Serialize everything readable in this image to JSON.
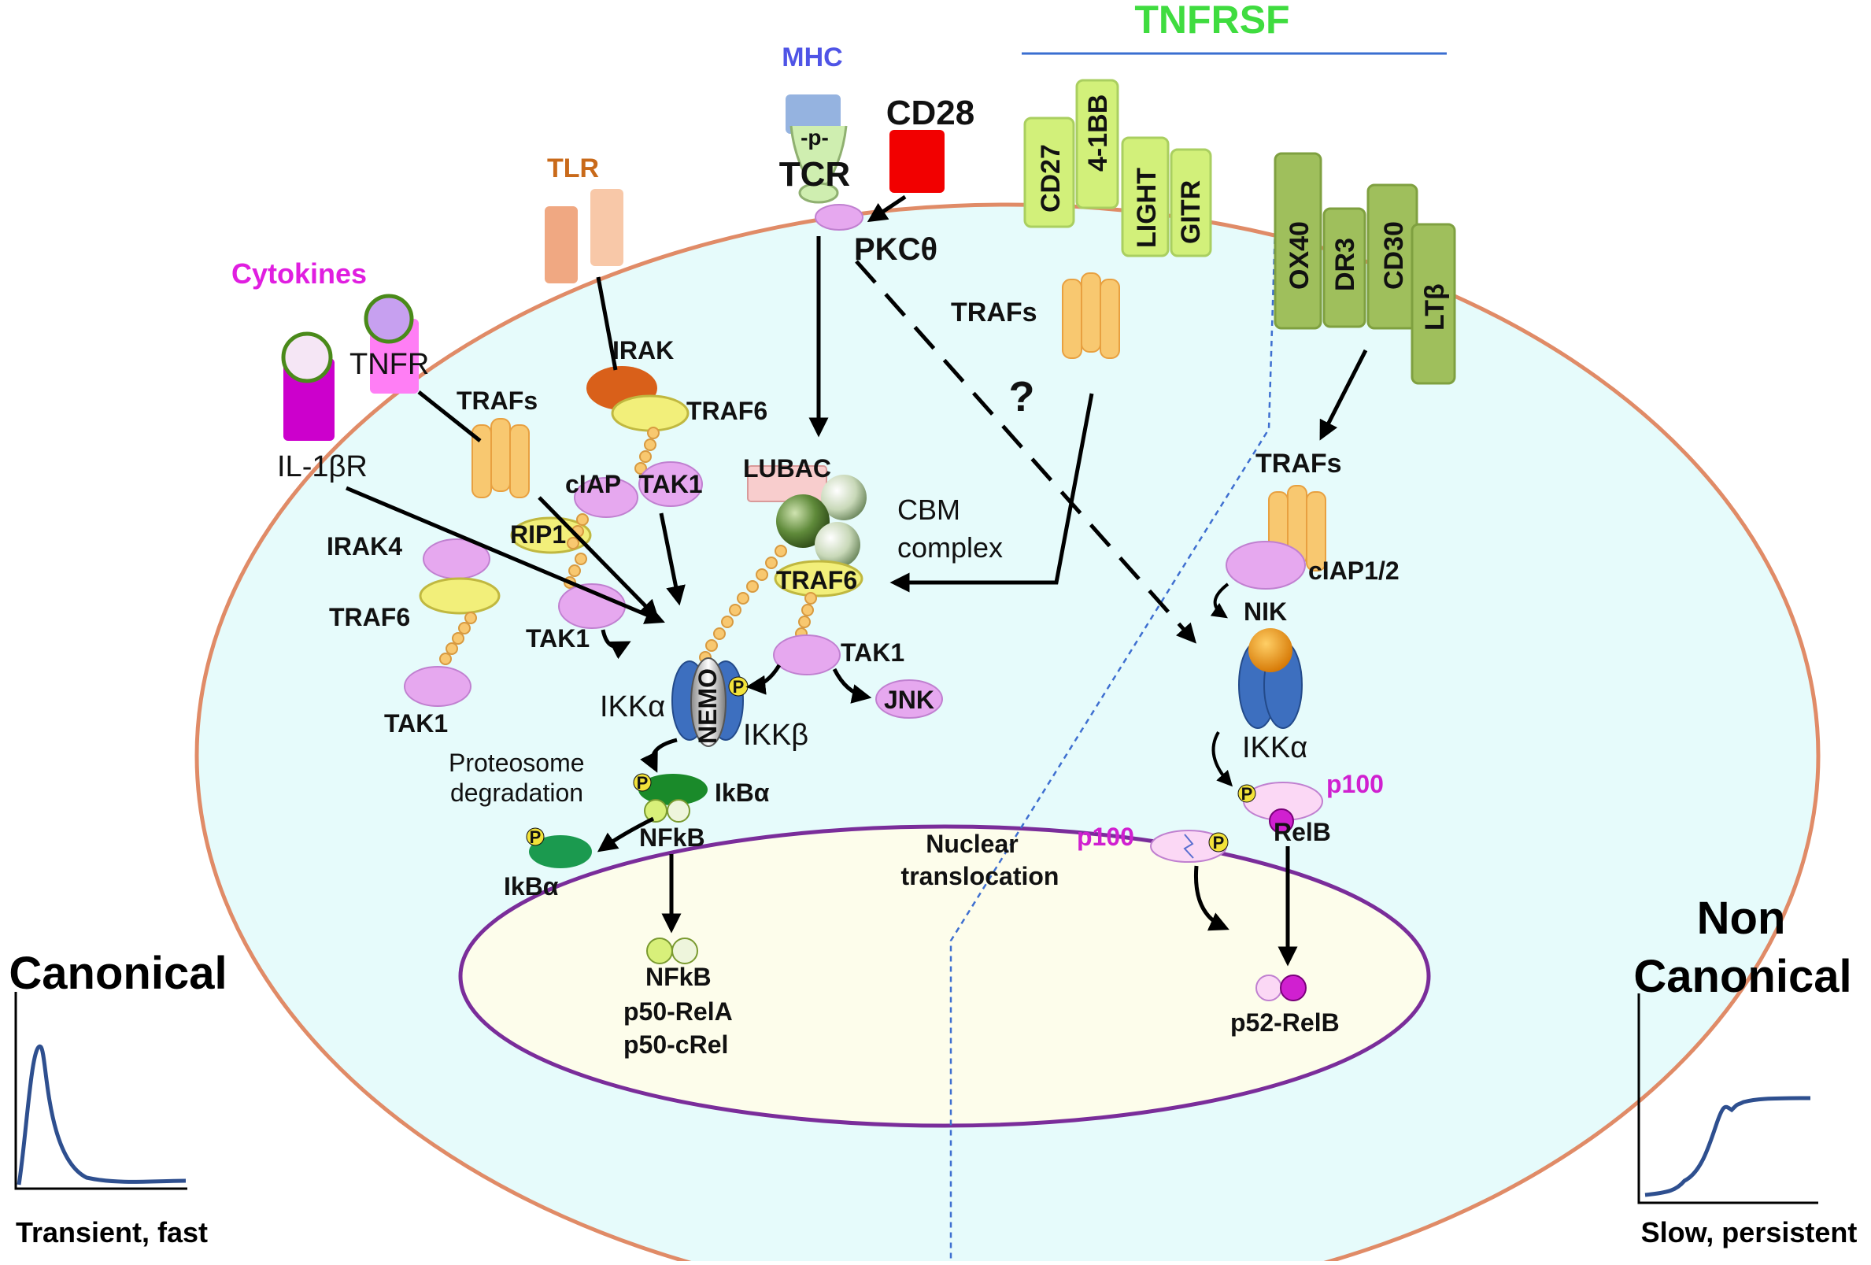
{
  "colors": {
    "cytoplasm": "#e6fbfb",
    "nucleus": "#fdfdeb",
    "membrane": "#e08b67",
    "nuclear_membrane": "#7a2d9a",
    "tnfrsf_title": "#3fdc3f",
    "mhc": "#4f54e6",
    "tlr": "#c96a1a",
    "cytokines": "#e01ee0",
    "p100": "#d020d0",
    "light_green_receptor": "#d2f07a",
    "dark_green_receptor": "#9fbf5c",
    "trafs": "#f8c870",
    "lilac_protein": "#e6a8ef",
    "yellow_protein": "#f2ef7a",
    "ikk_blue": "#3d6fbf",
    "ikba_green": "#1b9a4f",
    "curve_blue": "#2e4f8f"
  },
  "labels": {
    "tnfrsf": "TNFRSF",
    "mhc": "MHC",
    "cd28": "CD28",
    "p_small": "-p-",
    "tcr": "TCR",
    "pkc": "PKCθ",
    "tlr": "TLR",
    "cytokines": "Cytokines",
    "tnfr": "TNFR",
    "il1br": "IL-1βR",
    "trafs_left": "TRAFs",
    "trafs_mid": "TRAFs",
    "trafs_right": "TRAFs",
    "irak": "IRAK",
    "traf6_a": "TRAF6",
    "ciap": "cIAP",
    "tak1_a": "TAK1",
    "rip1": "RIP1",
    "irak4": "IRAK4",
    "traf6_b": "TRAF6",
    "tak1_b": "TAK1",
    "tak1_c": "TAK1",
    "lubac": "LUBAC",
    "cbm_1": "CBM",
    "cbm_2": "complex",
    "traf6_c": "TRAF6",
    "tak1_d": "TAK1",
    "jnk": "JNK",
    "question": "?",
    "ikka_left": "IKKα",
    "ikkb": "IKKβ",
    "nemo": "NEMO",
    "proteosome_1": "Proteosome",
    "proteosome_2": "degradation",
    "ikba_bound": "IkBα",
    "nfkb_cyto": "NFkB",
    "ikba_free": "IkBα",
    "p": "P",
    "nuclear_1": "Nuclear",
    "nuclear_2": "translocation",
    "nfkb_nuc": "NFkB",
    "p50rela": "p50-RelA",
    "p50crel": "p50-cRel",
    "ciap12": "cIAP1/2",
    "nik": "NIK",
    "ikka_right": "IKKα",
    "p100_a": "p100",
    "p100_b": "p100",
    "relb": "RelB",
    "p52relb": "p52-RelB",
    "canonical": "Canonical",
    "non_1": "Non",
    "non_2": "Canonical",
    "transient": "Transient, fast",
    "slow": "Slow, persistent"
  },
  "receptors": {
    "cd27": "CD27",
    "b41bb": "4-1BB",
    "light": "LIGHT",
    "gitr": "GITR",
    "ox40": "OX40",
    "dr3": "DR3",
    "cd30": "CD30",
    "ltb": "LTβ"
  },
  "icons": {
    "arrow": "arrow-icon",
    "curve_transient": "transient-curve-icon",
    "curve_persistent": "persistent-curve-icon"
  }
}
